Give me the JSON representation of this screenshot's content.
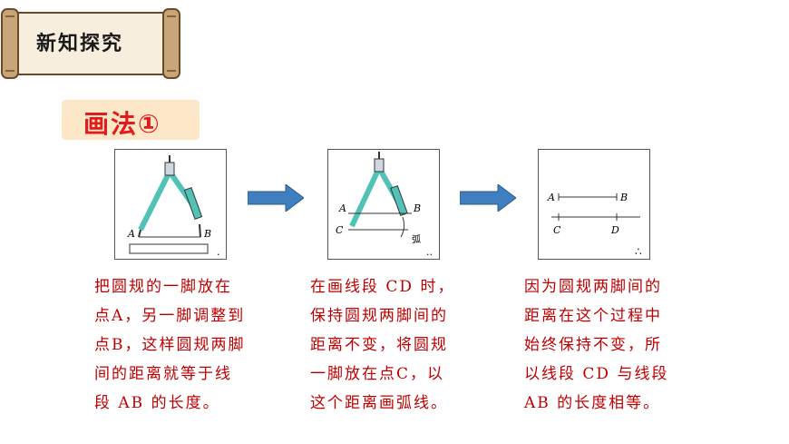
{
  "banner": {
    "title": "新知探究"
  },
  "method": {
    "label": "画法①"
  },
  "figures": {
    "fig1": {
      "point_a": "A",
      "point_b": "B",
      "end_dot": "."
    },
    "fig2": {
      "point_a": "A",
      "point_b": "B",
      "point_c": "C",
      "arc_label": "弧",
      "end_dots": ".."
    },
    "fig3": {
      "point_a": "A",
      "point_b": "B",
      "point_c": "C",
      "point_d": "D",
      "therefore": "∴"
    }
  },
  "texts": {
    "step1": [
      "把圆规的一脚放在",
      "点A，另一脚调整到",
      "点B，这样圆规两脚",
      "间的距离就等于线",
      "段 AB 的长度。"
    ],
    "step2": [
      "在画线段 CD 时，",
      "保持圆规两脚间的",
      "距离不变，将圆规",
      "一脚放在点C，以",
      "这个距离画弧线。"
    ],
    "step3": [
      "因为圆规两脚间的",
      "距离在这个过程中",
      "始终保持不变，所",
      "以线段 CD 与线段",
      "AB 的长度相等。"
    ]
  },
  "colors": {
    "text_red": "#c00000",
    "arrow_blue": "#3f7fc0",
    "compass_teal": "#52c2b8",
    "method_bg": "#fce7c8",
    "method_red": "#e21c1c"
  }
}
